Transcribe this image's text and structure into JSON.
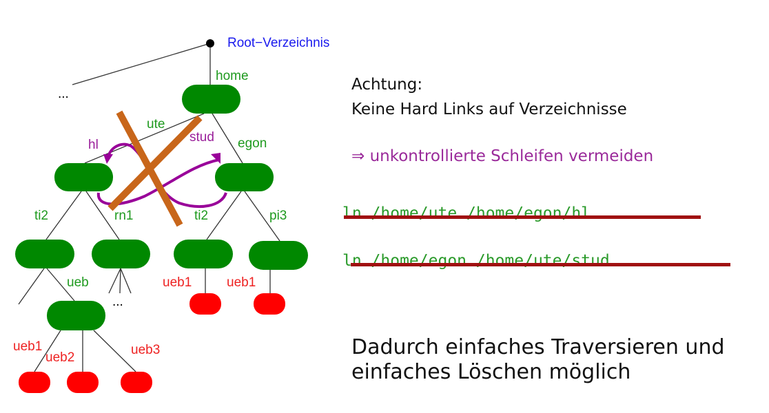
{
  "diagram": {
    "root_label": "Root−Verzeichnis",
    "ellipsis": "...",
    "edges": {
      "home": "home",
      "ute": "ute",
      "egon": "egon",
      "ti2_ute": "ti2",
      "rn1": "rn1",
      "ti2_egon": "ti2",
      "pi3": "pi3",
      "ueb": "ueb",
      "ueb1_ti2": "ueb1",
      "ueb1_pi3": "ueb1",
      "ueb1": "ueb1",
      "ueb2": "ueb2",
      "ueb3": "ueb3"
    },
    "links": {
      "hl": "hl",
      "stud": "stud"
    },
    "colors": {
      "dir": "#008800",
      "file": "#ff0000",
      "link": "#990099",
      "cross": "#c8661a"
    }
  },
  "text": {
    "warning_title": "Achtung:",
    "warning_body": "Keine Hard Links auf Verzeichnisse",
    "consequence": "⇒  unkontrollierte Schleifen vermeiden",
    "cmd1": "ln /home/ute /home/egon/hl",
    "cmd2": "ln /home/egon /home/ute/stud",
    "result_line1": "Dadurch einfaches Traversieren und",
    "result_line2": "einfaches Löschen möglich"
  }
}
